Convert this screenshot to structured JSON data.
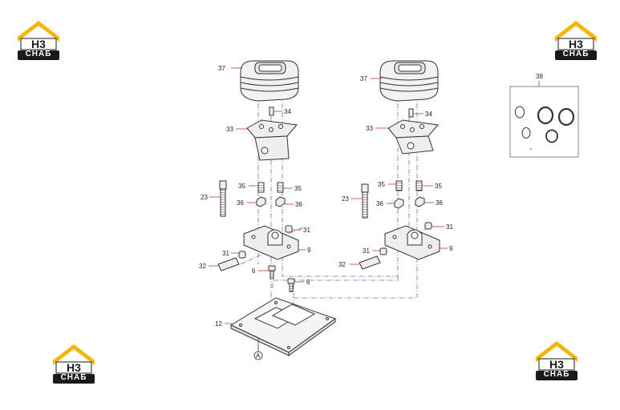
{
  "brand": {
    "mark": "H3",
    "word": "СНАБ",
    "colors": {
      "roof": "#f2b705",
      "dark": "#1a1a1a",
      "text": "#ffffff"
    }
  },
  "diagram": {
    "callouts": {
      "p37a": "37",
      "p34a": "34",
      "p33a": "33",
      "p23a": "23",
      "p35a": "35",
      "p35b": "35",
      "p36a": "36",
      "p36b": "36",
      "p31a": "31",
      "p9a": "9",
      "p31b": "31",
      "p32a": "32",
      "p6a": "6",
      "p6b": "6",
      "p12": "12",
      "pA": "A",
      "p37b": "37",
      "p34b": "34",
      "p33b": "33",
      "p23b": "23",
      "p35c": "35",
      "p35d": "35",
      "p36c": "36",
      "p36d": "36",
      "p31c": "31",
      "p9b": "9",
      "p31d": "31",
      "p32b": "32",
      "p38": "38"
    },
    "colors": {
      "leader": "#c0392b",
      "line": "#333333",
      "dash": "#6b6fb3",
      "fill": "#eeeeee"
    }
  }
}
